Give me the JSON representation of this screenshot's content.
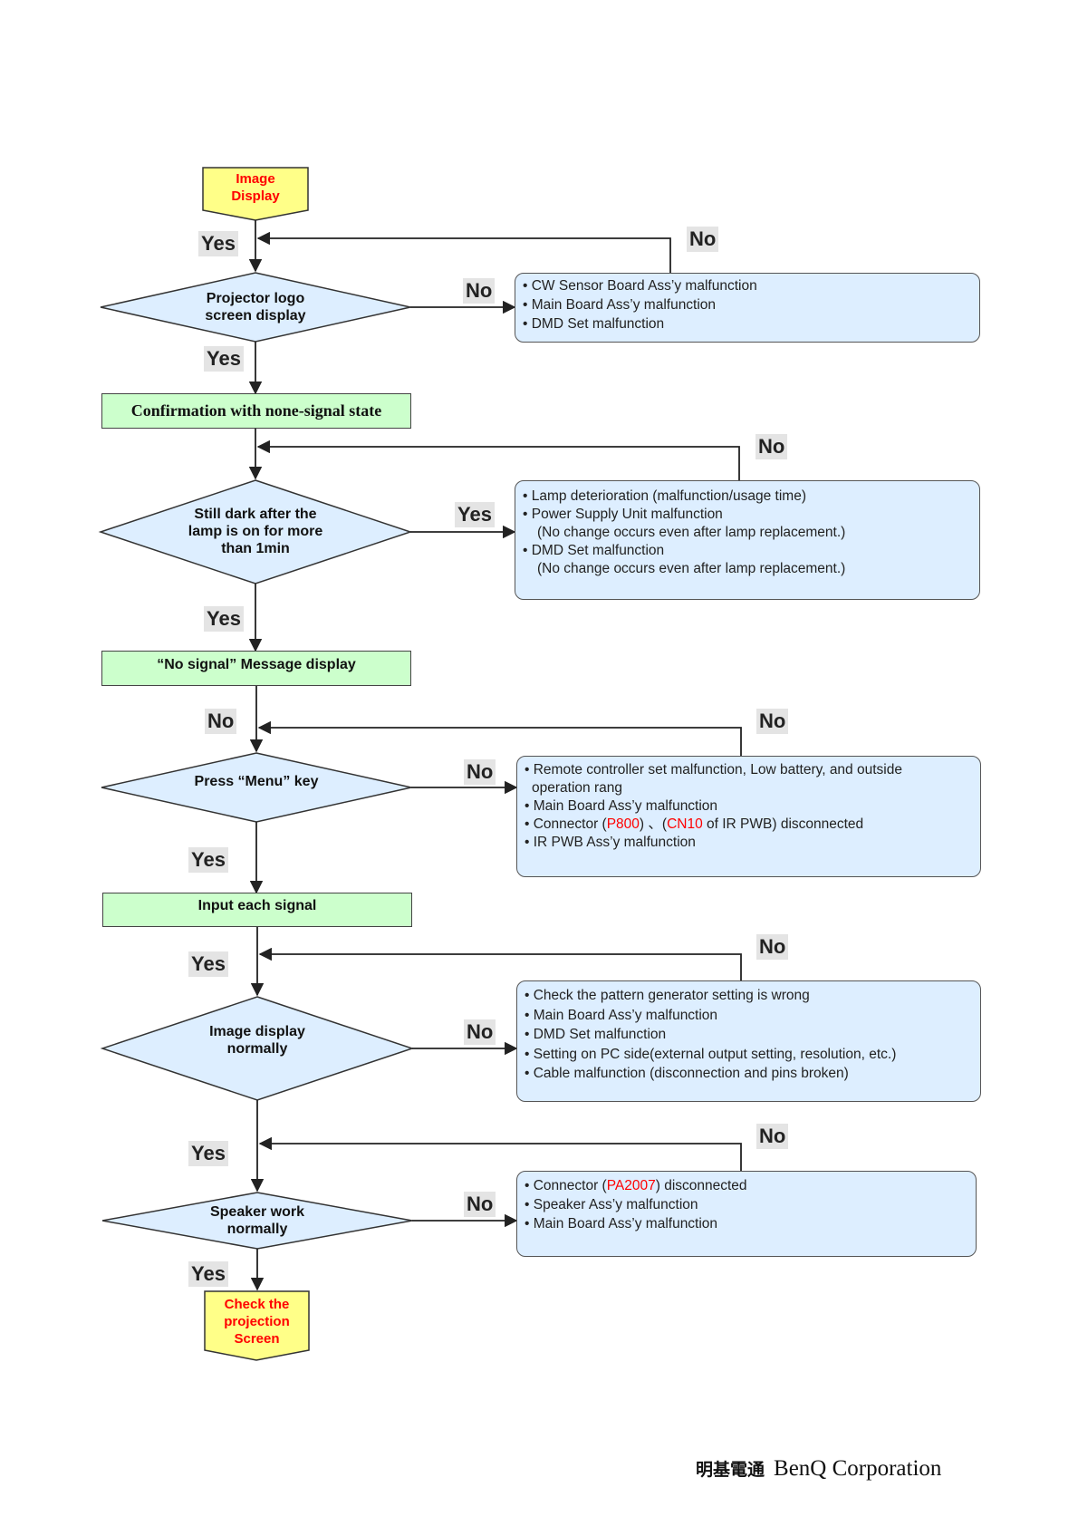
{
  "start": [
    "Image",
    "Display"
  ],
  "end": [
    "Check the",
    "projection",
    "Screen"
  ],
  "decisions": {
    "projector_logo": [
      "Projector logo",
      "screen display"
    ],
    "still_dark": [
      "Still dark after the",
      "lamp is on for more",
      "than 1min"
    ],
    "press_menu": [
      "Press “Menu” key"
    ],
    "image_normal": [
      "Image display",
      "normally"
    ],
    "speaker": [
      "Speaker work",
      "normally"
    ]
  },
  "steps": {
    "confirmation": "Confirmation with none-signal state",
    "no_signal": "“No signal” Message display",
    "input_signal": "Input each signal"
  },
  "causes": {
    "box1": [
      "• CW Sensor Board  Ass’y malfunction",
      "• Main Board  Ass’y malfunction",
      "• DMD Set malfunction"
    ],
    "box2": [
      "• Lamp deterioration (malfunction/usage time)",
      "• Power Supply Unit malfunction",
      "(No change occurs even after lamp replacement.)",
      "• DMD Set malfunction",
      "(No change occurs even after lamp replacement.)"
    ],
    "box3": {
      "line1": "• Remote controller set malfunction, Low battery, and outside",
      "line2": "operation rang",
      "line3": "• Main Board Ass’y malfunction",
      "line4_a": "• Connector (",
      "line4_b": "P800",
      "line4_c": ") 、(",
      "line4_d": "CN10",
      "line4_e": " of IR PWB) disconnected",
      "line5": "• IR PWB Ass’y malfunction"
    },
    "box4": [
      "• Check the pattern generator setting is wrong",
      "• Main Board Ass’y malfunction",
      "• DMD Set malfunction",
      "• Setting on PC side(external output setting, resolution, etc.)",
      "• Cable malfunction (disconnection and pins broken)"
    ],
    "box5": {
      "line1_a": "• Connector (",
      "line1_b": "PA2007",
      "line1_c": ") disconnected",
      "line2": "• Speaker Ass’y malfunction",
      "line3": "• Main Board Ass’y malfunction"
    }
  },
  "labels": {
    "yes": "Yes",
    "no": "No"
  },
  "colors": {
    "terminal_fill": "#ffff88",
    "decision_fill": "#ddeeff",
    "step_fill": "#ccffcc",
    "highlight": "#ff0000"
  },
  "footer": {
    "company_cn": "明基電通",
    "company_en": "BenQ Corporation"
  }
}
